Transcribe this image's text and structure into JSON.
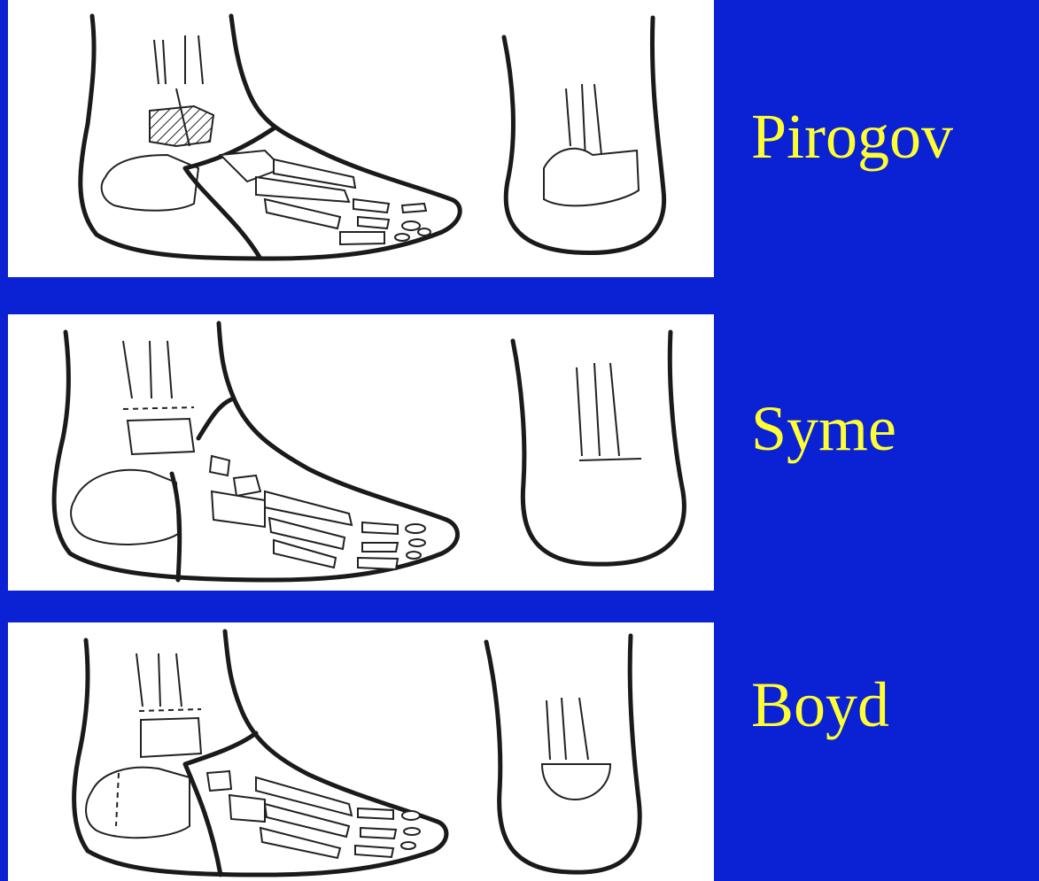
{
  "procedures": [
    {
      "label": "Pirogov"
    },
    {
      "label": "Syme"
    },
    {
      "label": "Boyd"
    }
  ],
  "colors": {
    "background": "#0a22d4",
    "label_text": "#ffff33",
    "panel": "#ffffff",
    "line": "#1a1a1a"
  }
}
